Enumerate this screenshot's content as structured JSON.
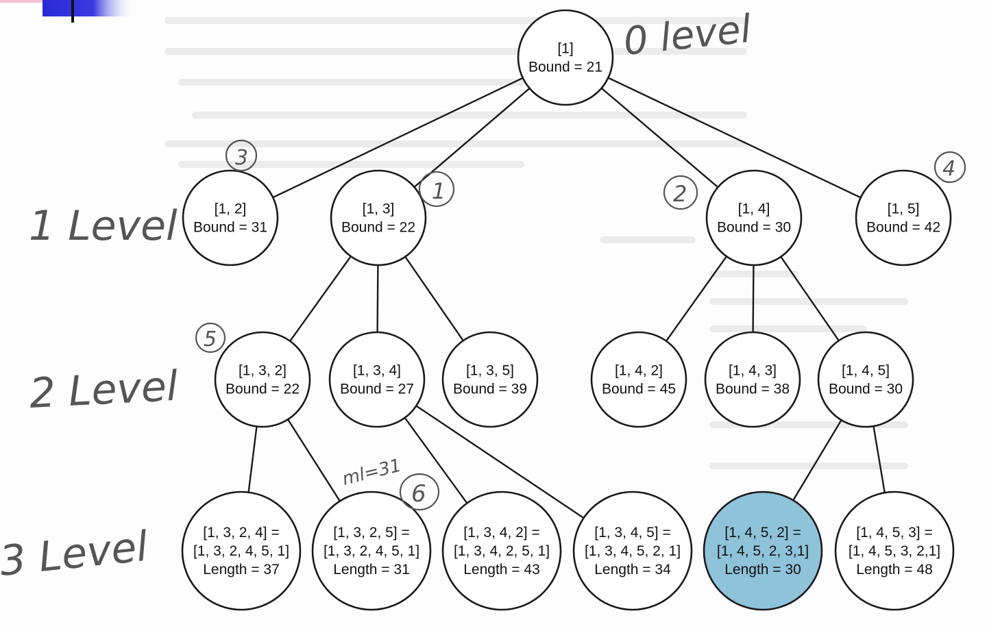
{
  "colors": {
    "edge": "#1a1a1a",
    "node_fill": "#ffffff",
    "highlight_fill": "#8ec3da",
    "handwriting": "#555555",
    "logo_blue": "#2a2ad8"
  },
  "level_labels": [
    "0 level",
    "1 Level",
    "2 Level",
    "3 Level"
  ],
  "annotations": [
    "3",
    "1",
    "2",
    "4",
    "5",
    "6",
    "ml=31"
  ],
  "nodes": [
    {
      "id": "n1",
      "lines": [
        "[1]",
        "Bound = 21"
      ]
    },
    {
      "id": "n12",
      "lines": [
        "[1, 2]",
        "Bound = 31"
      ]
    },
    {
      "id": "n13",
      "lines": [
        "[1, 3]",
        "Bound = 22"
      ]
    },
    {
      "id": "n14",
      "lines": [
        "[1, 4]",
        "Bound = 30"
      ]
    },
    {
      "id": "n15",
      "lines": [
        "[1, 5]",
        "Bound = 42"
      ]
    },
    {
      "id": "n132",
      "lines": [
        "[1, 3, 2]",
        "Bound = 22"
      ]
    },
    {
      "id": "n134",
      "lines": [
        "[1, 3, 4]",
        "Bound = 27"
      ]
    },
    {
      "id": "n135",
      "lines": [
        "[1, 3, 5]",
        "Bound = 39"
      ]
    },
    {
      "id": "n142",
      "lines": [
        "[1, 4, 2]",
        "Bound = 45"
      ]
    },
    {
      "id": "n143",
      "lines": [
        "[1, 4, 3]",
        "Bound = 38"
      ]
    },
    {
      "id": "n145",
      "lines": [
        "[1, 4, 5]",
        "Bound = 30"
      ]
    },
    {
      "id": "n1324",
      "lines": [
        "[1, 3, 2, 4] =",
        "[1, 3, 2, 4, 5, 1]",
        "Length = 37"
      ]
    },
    {
      "id": "n1325",
      "lines": [
        "[1, 3, 2, 5] =",
        "[1, 3, 2, 4, 5, 1]",
        "Length = 31"
      ]
    },
    {
      "id": "n1342",
      "lines": [
        "[1, 3, 4, 2] =",
        "[1, 3, 4, 2, 5, 1]",
        "Length = 43"
      ]
    },
    {
      "id": "n1345",
      "lines": [
        "[1, 3, 4, 5] =",
        "[1, 3, 4, 5, 2, 1]",
        "Length = 34"
      ]
    },
    {
      "id": "n1452",
      "lines": [
        "[1, 4, 5, 2] =",
        "[1, 4, 5, 2, 3,1]",
        "Length = 30"
      ],
      "highlight": true
    },
    {
      "id": "n1453",
      "lines": [
        "[1, 4, 5, 3] =",
        "[1, 4, 5, 3, 2,1]",
        "Length = 48"
      ]
    }
  ],
  "edges": [
    [
      "n1",
      "n12"
    ],
    [
      "n1",
      "n13"
    ],
    [
      "n1",
      "n14"
    ],
    [
      "n1",
      "n15"
    ],
    [
      "n13",
      "n132"
    ],
    [
      "n13",
      "n134"
    ],
    [
      "n13",
      "n135"
    ],
    [
      "n14",
      "n142"
    ],
    [
      "n14",
      "n143"
    ],
    [
      "n14",
      "n145"
    ],
    [
      "n132",
      "n1324"
    ],
    [
      "n132",
      "n1325"
    ],
    [
      "n134",
      "n1342"
    ],
    [
      "n134",
      "n1345"
    ],
    [
      "n145",
      "n1452"
    ],
    [
      "n145",
      "n1453"
    ]
  ]
}
